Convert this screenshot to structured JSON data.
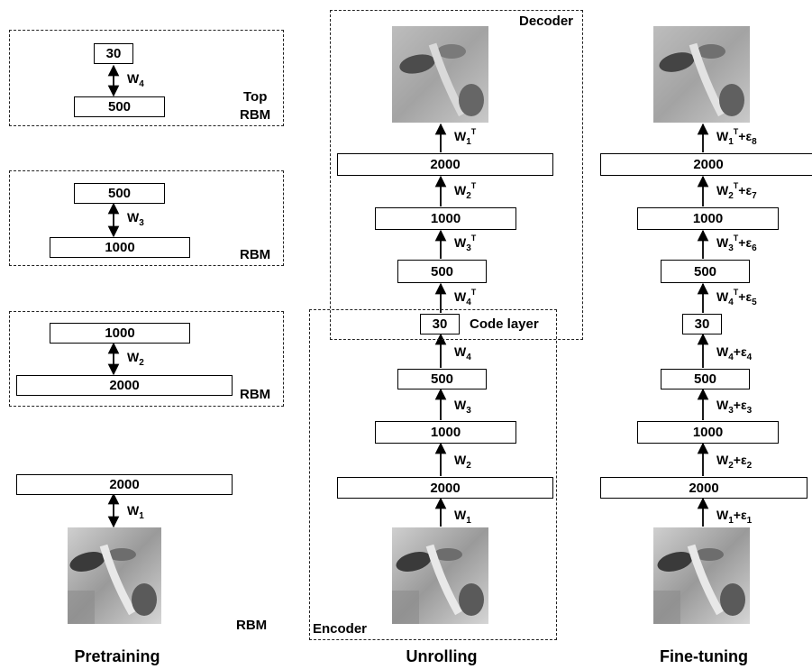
{
  "columns": {
    "pretraining": {
      "title": "Pretraining",
      "rbm_label": "RBM",
      "top_rbm_label": [
        "Top",
        "RBM"
      ],
      "layers": [
        "30",
        "500",
        "500",
        "1000",
        "1000",
        "2000",
        "2000"
      ],
      "weights": [
        "W",
        "W",
        "W",
        "W"
      ],
      "weight_indices": [
        "4",
        "3",
        "2",
        "1"
      ]
    },
    "unrolling": {
      "title": "Unrolling",
      "decoder_label": "Decoder",
      "encoder_label": "Encoder",
      "code_layer_label": "Code layer",
      "layers": [
        "2000",
        "1000",
        "500",
        "30",
        "500",
        "1000",
        "2000"
      ],
      "weights_top": [
        {
          "w": "W",
          "sub": "1",
          "sup": "T"
        },
        {
          "w": "W",
          "sub": "2",
          "sup": "T"
        },
        {
          "w": "W",
          "sub": "3",
          "sup": "T"
        },
        {
          "w": "W",
          "sub": "4",
          "sup": "T"
        }
      ],
      "weights_bottom": [
        {
          "w": "W",
          "sub": "4"
        },
        {
          "w": "W",
          "sub": "3"
        },
        {
          "w": "W",
          "sub": "2"
        },
        {
          "w": "W",
          "sub": "1"
        }
      ]
    },
    "finetuning": {
      "title": "Fine-tuning",
      "layers": [
        "2000",
        "1000",
        "500",
        "30",
        "500",
        "1000",
        "2000"
      ],
      "weights": [
        {
          "w": "W",
          "sub": "1",
          "sup": "T",
          "eps": "+ε",
          "esub": "8"
        },
        {
          "w": "W",
          "sub": "2",
          "sup": "T",
          "eps": "+ε",
          "esub": "7"
        },
        {
          "w": "W",
          "sub": "3",
          "sup": "T",
          "eps": "+ε",
          "esub": "6"
        },
        {
          "w": "W",
          "sub": "4",
          "sup": "T",
          "eps": "+ε",
          "esub": "5"
        },
        {
          "w": "W",
          "sub": "4",
          "eps": "+ε",
          "esub": "4"
        },
        {
          "w": "W",
          "sub": "3",
          "eps": "+ε",
          "esub": "3"
        },
        {
          "w": "W",
          "sub": "2",
          "eps": "+ε",
          "esub": "2"
        },
        {
          "w": "W",
          "sub": "1",
          "eps": "+ε",
          "esub": "1"
        }
      ]
    }
  }
}
